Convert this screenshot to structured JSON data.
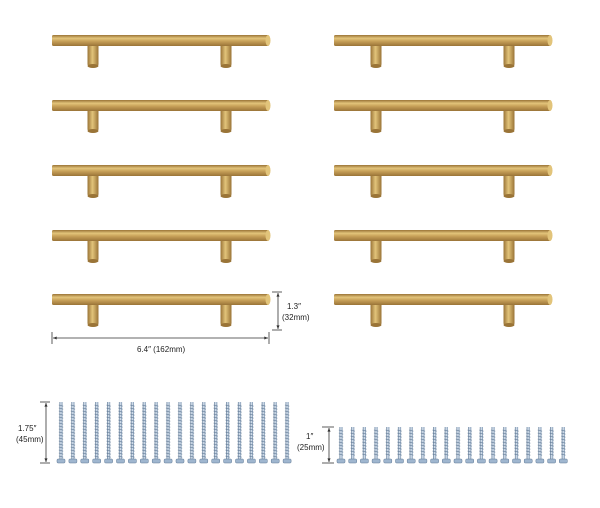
{
  "product": {
    "pull_count": 10,
    "long_screw_count": 20,
    "short_screw_count": 20
  },
  "dimensions": {
    "length_label": "6.4″ (162mm)",
    "height_label_inch": "1.3″",
    "height_label_mm": "(32mm)",
    "long_screw_label_inch": "1.75″",
    "long_screw_label_mm": "(45mm)",
    "short_screw_label_inch": "1″",
    "short_screw_label_mm": "(25mm)"
  },
  "colors": {
    "brass_light": "#e2c47a",
    "brass_mid": "#c9a25a",
    "brass_dark": "#9a7437",
    "screw_light": "#dbe6f2",
    "screw_mid": "#9fb6cf",
    "screw_dark": "#5f7894",
    "dimension_line": "#333333"
  }
}
